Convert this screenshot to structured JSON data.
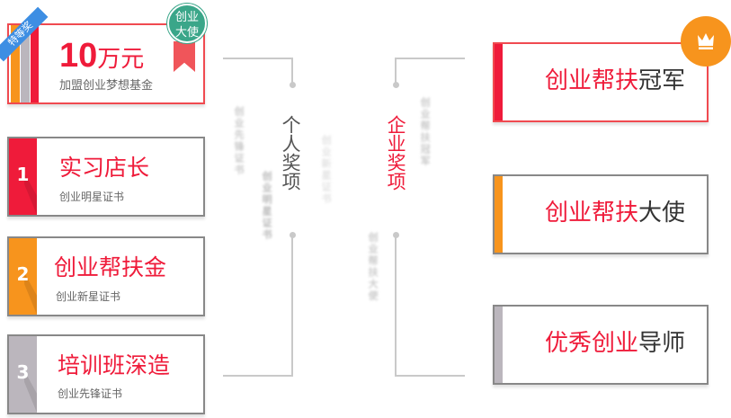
{
  "colors": {
    "red": "#ef1b3a",
    "orange": "#f7941d",
    "gray": "#bbb6bd",
    "green": "#3aa689",
    "blue": "#3d8ee3"
  },
  "personal": {
    "heading": "个人奖项",
    "grand": {
      "ribbon": "特等奖",
      "amount": "10",
      "unit": "万元",
      "sub": "加盟创业梦想基金",
      "badge_line1": "创业",
      "badge_line2": "大使"
    },
    "items": [
      {
        "num": "1",
        "title": "实习店长",
        "sub": "创业明星证书"
      },
      {
        "num": "2",
        "title": "创业帮扶金",
        "sub": "创业新星证书"
      },
      {
        "num": "3",
        "title": "培训班深造",
        "sub": "创业先锋证书"
      }
    ],
    "ghost": [
      "创业先锋证书",
      "创业明星证书",
      "创业新星证书"
    ]
  },
  "enterprise": {
    "heading": "企业奖项",
    "items": [
      {
        "prefix": "创业帮扶",
        "suffix": "冠军"
      },
      {
        "prefix": "创业帮扶",
        "suffix": "大使"
      },
      {
        "prefix": "优秀创业",
        "suffix": "导师"
      }
    ],
    "ghost": [
      "创业帮扶冠军",
      "创业帮扶大使"
    ]
  }
}
